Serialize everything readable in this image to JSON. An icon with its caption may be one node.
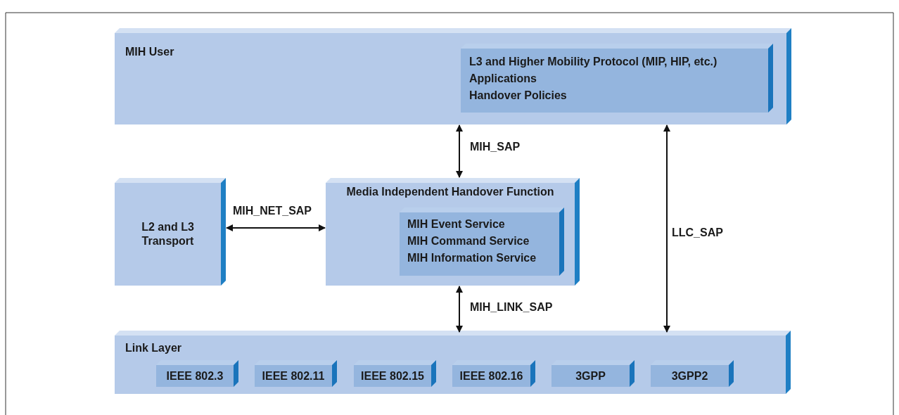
{
  "diagram": {
    "nodes": [
      {
        "text": [
          "MIH User"
        ]
      },
      {
        "text": [
          "L3 and Higher Mobility Protocol (MIP, HIP, etc.)",
          "Applications",
          "Handover Policies"
        ],
        "in": 0
      },
      {
        "text": [
          "L2 and L3 Transport"
        ]
      },
      {
        "text": [
          "Media Independent Handover Function"
        ]
      },
      {
        "text": [
          "MIH Event Service",
          "MIH Command Service",
          "MIH Information Service"
        ],
        "in": 3
      },
      {
        "text": [
          "Link Layer"
        ]
      },
      {
        "text": [
          "IEEE 802.3"
        ],
        "in": 5
      },
      {
        "text": [
          "IEEE 802.11"
        ],
        "in": 5
      },
      {
        "text": [
          "IEEE 802.15"
        ],
        "in": 5
      },
      {
        "text": [
          "IEEE 802.16"
        ],
        "in": 5
      },
      {
        "text": [
          "3GPP"
        ],
        "in": 5
      },
      {
        "text": [
          "3GPP2"
        ],
        "in": 5
      }
    ],
    "edges": [
      {
        "from": 3,
        "to": 0,
        "arrow": "both",
        "label": "MIH_SAP"
      },
      {
        "from": 2,
        "to": 3,
        "arrow": "both",
        "label": "MIH_NET_SAP"
      },
      {
        "from": 3,
        "to": 5,
        "arrow": "both",
        "label": "MIH_LINK_SAP"
      },
      {
        "from": 0,
        "to": 5,
        "arrow": "both",
        "label": "LLC_SAP"
      }
    ]
  }
}
